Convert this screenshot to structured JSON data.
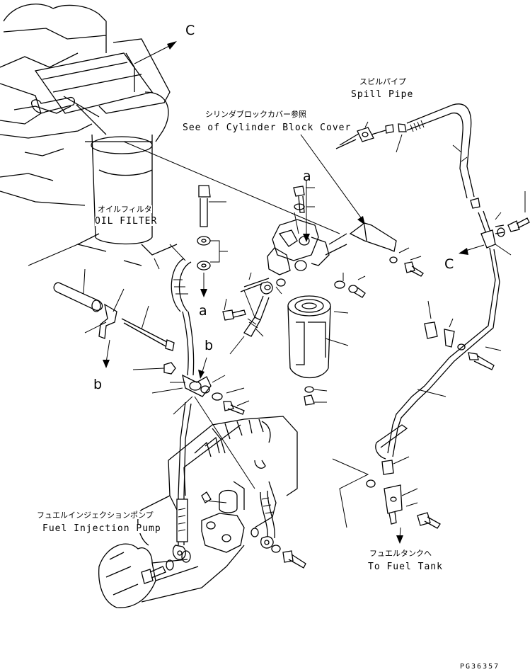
{
  "labels": {
    "spill_pipe_jp": "スピルパイプ",
    "spill_pipe_en": "Spill Pipe",
    "cyl_cover_jp": "シリンダブロックカバー参照",
    "cyl_cover_en": "See of Cylinder Block Cover",
    "oil_filter_jp": "オイルフィルタ",
    "oil_filter_en": "OIL FILTER",
    "pump_jp": "フュエルインジェクションポンプ",
    "pump_en": "Fuel Injection Pump",
    "tank_jp": "フュエルタンクへ",
    "tank_en": "To Fuel Tank"
  },
  "refs": {
    "c_top": "C",
    "c_right": "C",
    "a_top": "a",
    "a_bottom": "a",
    "b_left": "b",
    "b_mid": "b"
  },
  "drawing_code": "PG36357"
}
